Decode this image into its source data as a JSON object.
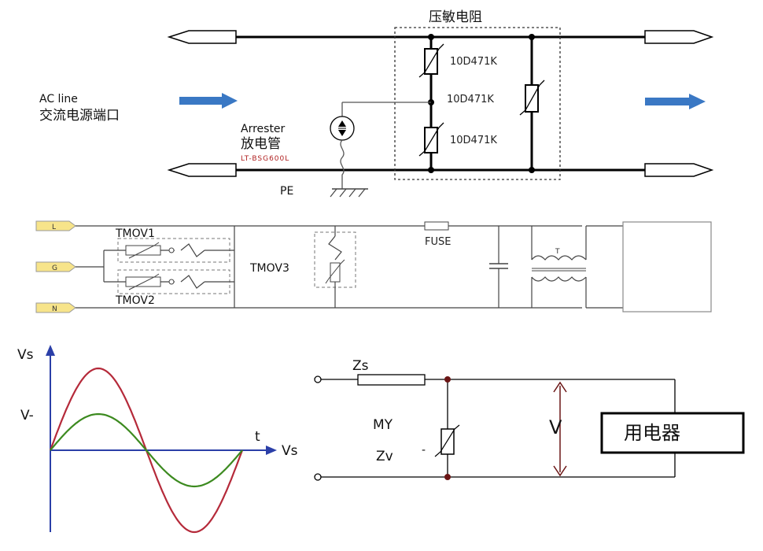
{
  "panel1": {
    "title": "压敏电阻",
    "ac_line": "AC line",
    "ac_port": "交流电源端口",
    "arrester": "Arrester",
    "arrester_cn": "放电管",
    "arrester_part": "LT-BSG600L",
    "pe": "PE",
    "mov_top": "10D471K",
    "mov_mid": "10D471K",
    "mov_bot": "10D471K"
  },
  "panel2": {
    "terminal_l": "L",
    "terminal_g": "G",
    "terminal_n": "N",
    "tmov1": "TMOV1",
    "tmov2": "TMOV2",
    "tmov3": "TMOV3",
    "fuse": "FUSE",
    "transformer": "T"
  },
  "panel3": {
    "vs_axis": "Vs",
    "v_minus": "V-",
    "t_axis": "t",
    "vs_arrow": "Vs"
  },
  "panel4": {
    "zs": "Zs",
    "my": "MY",
    "zv": "Zv",
    "minus": "-",
    "v": "V",
    "load": "用电器"
  },
  "colors": {
    "arrow_blue": "#3a78c4",
    "curve_red": "#b52a3a",
    "curve_green": "#3c8a1f",
    "node_brown": "#6b1515",
    "axis_blue": "#2b3fa8",
    "terminal_yellow": "#f7e48a"
  }
}
